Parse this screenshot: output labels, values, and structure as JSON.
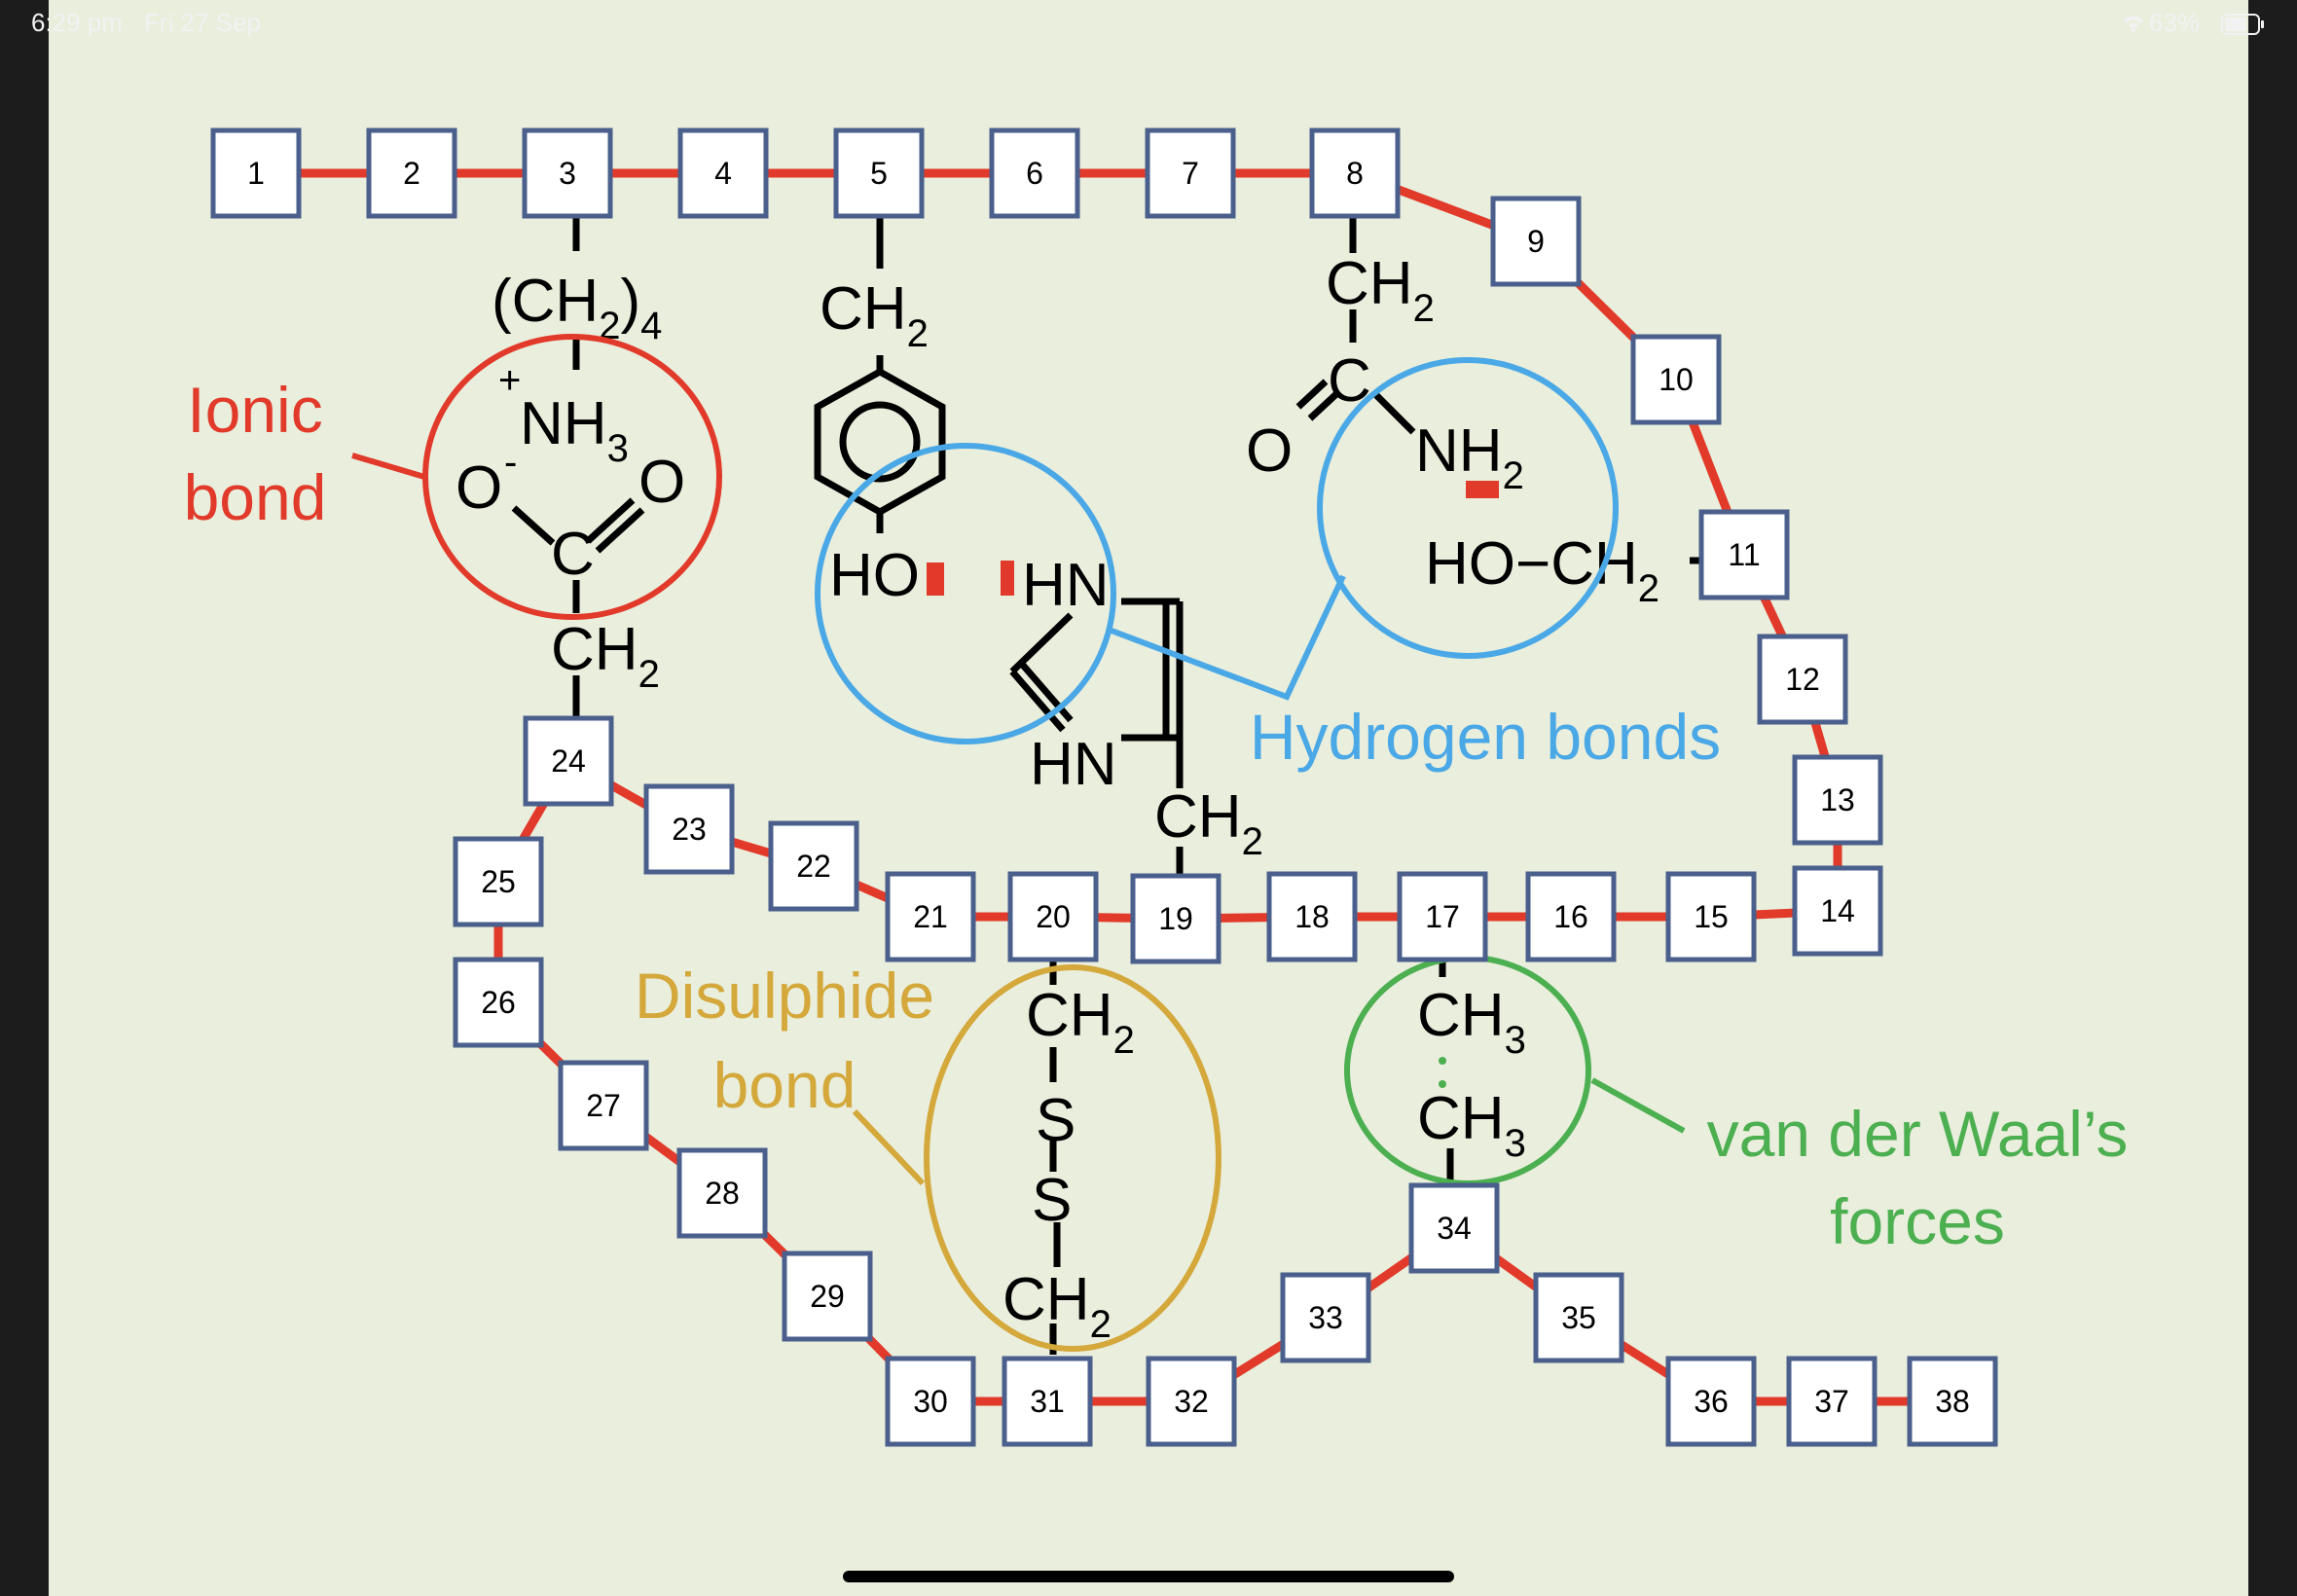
{
  "status_bar": {
    "time": "6:29 pm",
    "date": "Fri 27 Sep",
    "battery": "63%"
  },
  "residues": [
    "1",
    "2",
    "3",
    "4",
    "5",
    "6",
    "7",
    "8",
    "9",
    "10",
    "11",
    "12",
    "13",
    "14",
    "15",
    "16",
    "17",
    "18",
    "19",
    "20",
    "21",
    "22",
    "23",
    "24",
    "25",
    "26",
    "27",
    "28",
    "29",
    "30",
    "31",
    "32",
    "33",
    "34",
    "35",
    "36",
    "37",
    "38"
  ],
  "labels": {
    "ionic": [
      "Ionic",
      "bond"
    ],
    "hydrogen": "Hydrogen bonds",
    "disulphide": [
      "Disulphide",
      "bond"
    ],
    "vdw": [
      "van der Waal’s",
      "forces"
    ]
  },
  "chem": {
    "ch2": "CH",
    "sub2": "2",
    "sub3": "3",
    "sub4": "4",
    "paren_open": "(CH",
    "paren_close": ")",
    "nh": "NH",
    "plus": "+",
    "minus": "-",
    "o": "O",
    "c": "C",
    "ho": "HO",
    "hn": "HN",
    "s": "S",
    "ch3": "CH",
    "ho_ch2": "HO−CH"
  },
  "colors": {
    "background": "#e9eedd",
    "chain": "#e23a2a",
    "box_border": "#4a5f8c",
    "ionic": "#e23a2a",
    "hydrogen": "#4aa8e6",
    "disulphide": "#d4a83a",
    "vdw": "#4caf50",
    "ink": "#000000"
  }
}
